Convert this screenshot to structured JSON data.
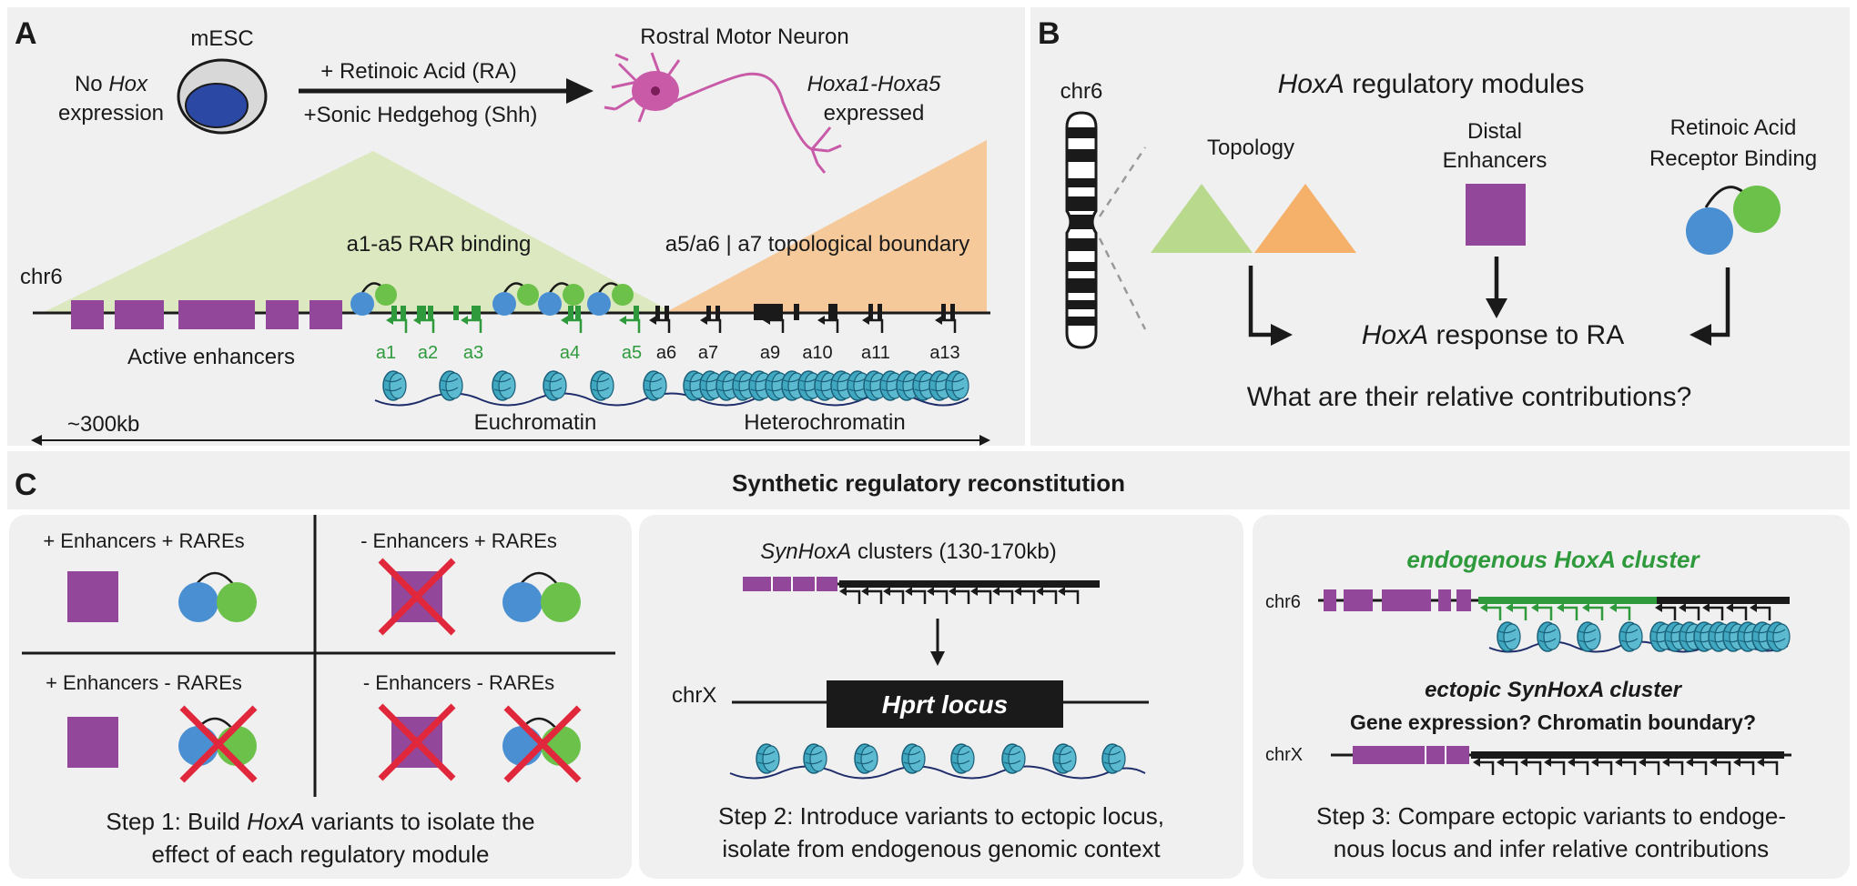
{
  "colors": {
    "panel": "#f0f0f0",
    "enhancer": "#92479b",
    "rar_blue": "#4a8fd2",
    "rxr_green": "#6cc14a",
    "green_tad": "#dce8c0",
    "orange_tad": "#f6c99a",
    "gene_green": "#2e9a3c",
    "cross_red": "#e0273c",
    "nucleosome": "#3fa8c0"
  },
  "panelA": {
    "label": "A",
    "no_hox_line1_a": "No ",
    "no_hox_line1_b": "Hox",
    "no_hox_line2": "expression",
    "mesc": "mESC",
    "ra": "+ Retinoic Acid (RA)",
    "shh": "+Sonic Hedgehog (Shh)",
    "neuron": "Rostral Motor Neuron",
    "hoxa_expr_a": "Hoxa1-Hoxa5",
    "hoxa_expr_b": "expressed",
    "chr": "chr6",
    "rar_binding": "a1-a5 RAR binding",
    "boundary": "a5/a6 | a7 topological boundary",
    "active_enhancers": "Active enhancers",
    "genes_green": [
      "a1",
      "a2",
      "a3",
      "a4",
      "a5"
    ],
    "genes_black": [
      "a6",
      "a7",
      "a9",
      "a10",
      "a11",
      "a13"
    ],
    "euchromatin": "Euchromatin",
    "heterochromatin": "Heterochromatin",
    "scale": "~300kb"
  },
  "panelB": {
    "label": "B",
    "chr": "chr6",
    "title_a": "HoxA",
    "title_b": " regulatory modules",
    "topology": "Topology",
    "distal_1": "Distal",
    "distal_2": "Enhancers",
    "rar_1": "Retinoic Acid",
    "rar_2": "Receptor Binding",
    "response_a": "HoxA",
    "response_b": " response to RA",
    "question": "What are their relative contributions?"
  },
  "panelC": {
    "label": "C",
    "title": "Synthetic regulatory reconstitution",
    "quad": [
      "+ Enhancers + RAREs",
      "- Enhancers + RAREs",
      "+ Enhancers - RAREs",
      "- Enhancers - RAREs"
    ],
    "step1_line1_a": "Step 1: Build ",
    "step1_line1_b": "HoxA",
    "step1_line1_c": " variants to isolate the",
    "step1_line2": "effect of each regulatory module",
    "syn_a": "SynHoxA",
    "syn_b": " clusters (130-170kb)",
    "chrx": "chrX",
    "hprt": "Hprt locus",
    "step2_line1": "Step 2: Introduce variants to ectopic locus,",
    "step2_line2": "isolate from endogenous genomic context",
    "endogenous": "endogenous HoxA cluster",
    "chr6": "chr6",
    "ectopic": "ectopic SynHoxA cluster",
    "question": "Gene expression? Chromatin boundary?",
    "chrx2": "chrX",
    "step3_line1": "Step 3: Compare ectopic variants to endoge-",
    "step3_line2": "nous locus and infer relative contributions"
  }
}
